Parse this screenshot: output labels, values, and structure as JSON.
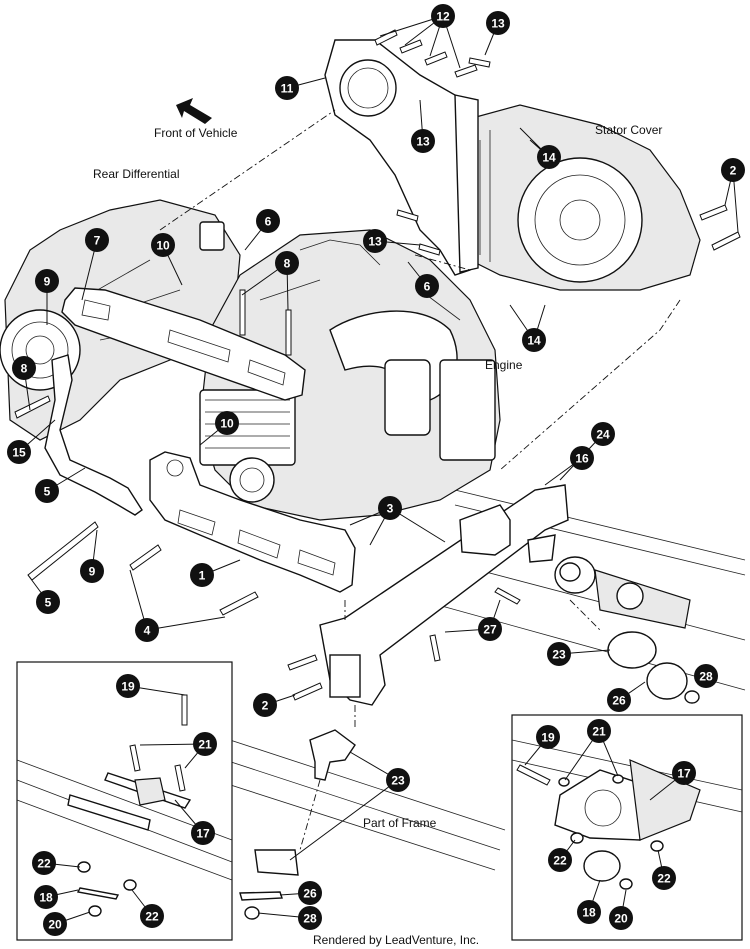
{
  "labels": {
    "front_of_vehicle": "Front of Vehicle",
    "rear_differential": "Rear Differential",
    "stator_cover": "Stator Cover",
    "engine": "Engine",
    "part_of_frame": "Part of Frame",
    "footer": "Rendered by LeadVenture, Inc."
  },
  "callouts": [
    {
      "num": "1"
    },
    {
      "num": "2"
    },
    {
      "num": "2"
    },
    {
      "num": "3"
    },
    {
      "num": "4"
    },
    {
      "num": "5"
    },
    {
      "num": "5"
    },
    {
      "num": "6"
    },
    {
      "num": "6"
    },
    {
      "num": "7"
    },
    {
      "num": "8"
    },
    {
      "num": "8"
    },
    {
      "num": "9"
    },
    {
      "num": "9"
    },
    {
      "num": "10"
    },
    {
      "num": "10"
    },
    {
      "num": "11"
    },
    {
      "num": "12"
    },
    {
      "num": "13"
    },
    {
      "num": "13"
    },
    {
      "num": "13"
    },
    {
      "num": "14"
    },
    {
      "num": "14"
    },
    {
      "num": "15"
    },
    {
      "num": "16"
    },
    {
      "num": "17"
    },
    {
      "num": "17"
    },
    {
      "num": "18"
    },
    {
      "num": "18"
    },
    {
      "num": "19"
    },
    {
      "num": "19"
    },
    {
      "num": "20"
    },
    {
      "num": "20"
    },
    {
      "num": "21"
    },
    {
      "num": "21"
    },
    {
      "num": "22"
    },
    {
      "num": "22"
    },
    {
      "num": "22"
    },
    {
      "num": "22"
    },
    {
      "num": "23"
    },
    {
      "num": "23"
    },
    {
      "num": "24"
    },
    {
      "num": "26"
    },
    {
      "num": "26"
    },
    {
      "num": "27"
    },
    {
      "num": "28"
    },
    {
      "num": "28"
    }
  ]
}
